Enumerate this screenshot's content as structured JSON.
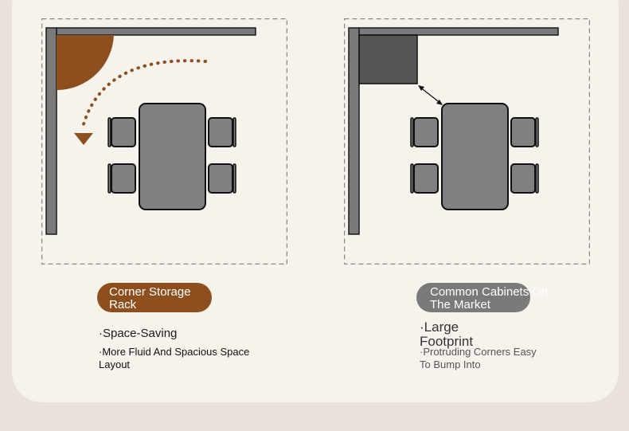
{
  "left": {
    "label_line1": "Corner Storage",
    "label_line2": "Rack",
    "title": "·Space-Saving",
    "desc_line1": "·More Fluid And Spacious Space",
    "desc_line2": "Layout"
  },
  "right": {
    "label_line1": "Common Cabinets On",
    "label_line2": "The Market",
    "title_line1": "·Large",
    "title_line2": "Footprint",
    "desc_line1": "·Protruding Corners Easy",
    "desc_line2": "To Bump Into"
  },
  "colors": {
    "accent_brown": "#8e4f1f",
    "neutral_gray": "#7a7a7a",
    "furniture_gray": "#808080",
    "cabinet_dark": "#555555"
  }
}
